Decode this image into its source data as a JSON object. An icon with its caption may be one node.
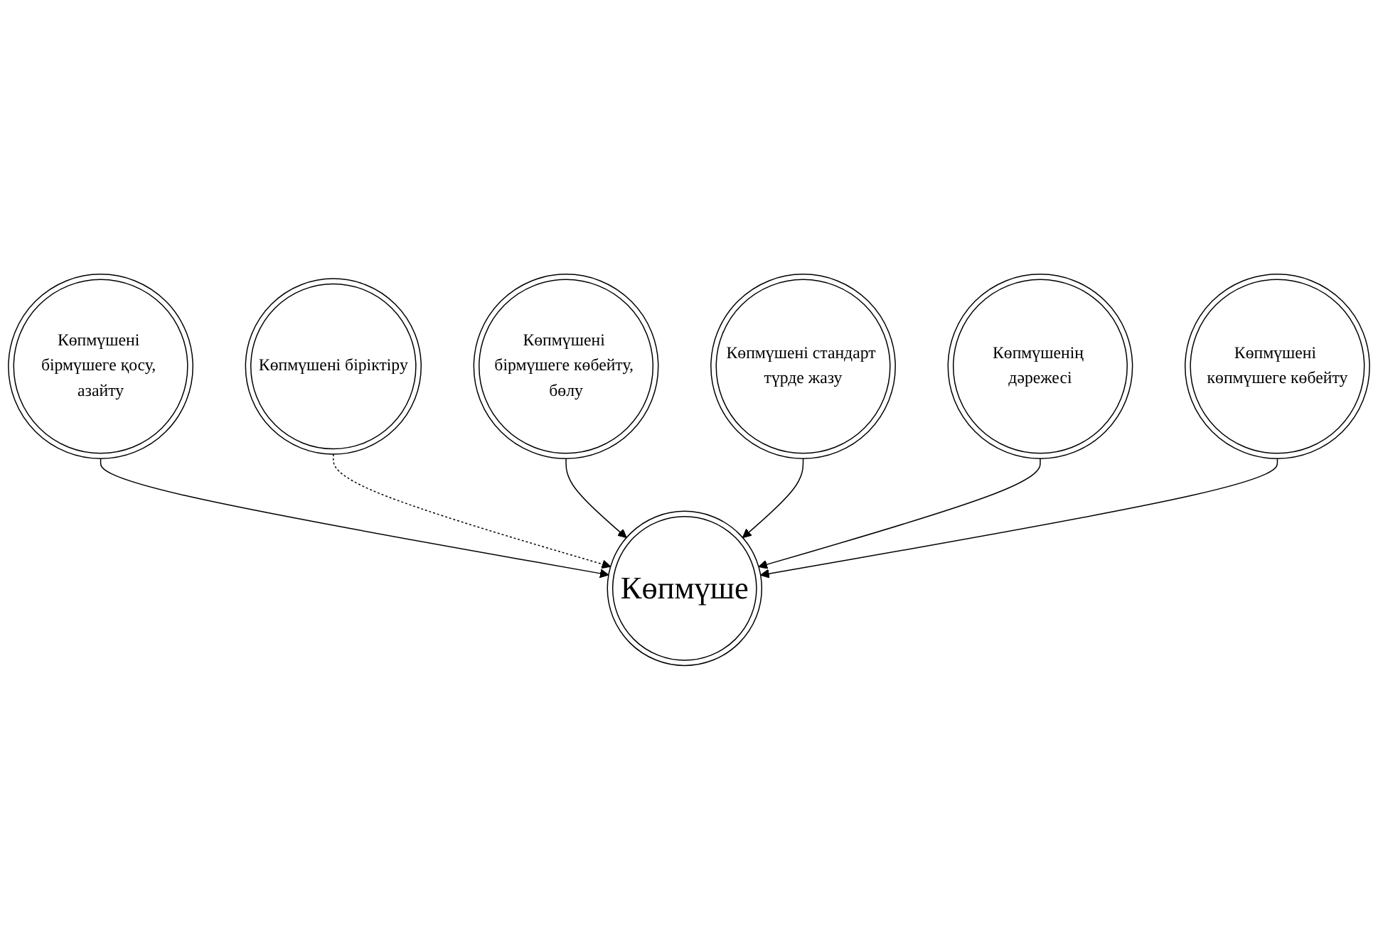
{
  "diagram": {
    "nodes": [
      {
        "text": [
          "Көпмүшені бірмүшеге қосу, азайту"
        ]
      },
      {
        "text": [
          "Көпмүшені біріктіру"
        ]
      },
      {
        "text": [
          "Көпмүшені бірмүшеге көбейту, бөлу"
        ]
      },
      {
        "text": [
          "Көпмүше"
        ]
      },
      {
        "text": [
          "Көпмүшені стандарт түрде жазу"
        ]
      },
      {
        "text": [
          "Көпмүшенің дәрежесі"
        ]
      },
      {
        "text": [
          "Көпмүшені көпмүшеге көбейту"
        ]
      }
    ],
    "edges": [
      {
        "from": 0,
        "to": 3,
        "arrow": "to"
      },
      {
        "from": 1,
        "to": 3,
        "arrow": "to",
        "style": "dashed"
      },
      {
        "from": 2,
        "to": 3,
        "arrow": "to"
      },
      {
        "from": 4,
        "to": 3,
        "arrow": "to"
      },
      {
        "from": 5,
        "to": 3,
        "arrow": "to"
      },
      {
        "from": 6,
        "to": 3,
        "arrow": "to"
      }
    ]
  }
}
